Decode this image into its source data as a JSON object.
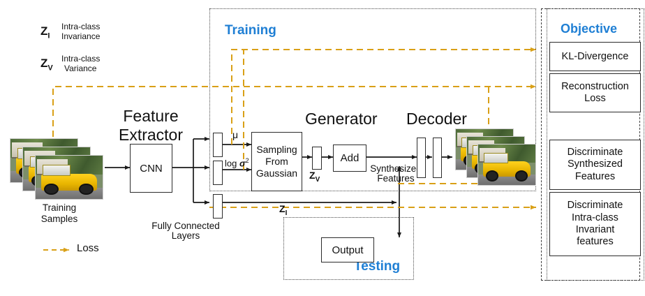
{
  "figure": {
    "title": "VAE-GAN intra-class variance architecture diagram"
  },
  "legend_symbols": [
    {
      "symbol": "Z_I",
      "sub": "I",
      "base": "Z",
      "desc_line1": "Intra-class",
      "desc_line2": "Invariance"
    },
    {
      "symbol": "Z_V",
      "sub": "V",
      "base": "Z",
      "desc_line1": "Intra-class",
      "desc_line2": "Variance"
    }
  ],
  "legend_loss": {
    "label": "Loss",
    "color": "#d9a017",
    "style": "dashed-arrow"
  },
  "sections": {
    "training": {
      "label": "Training",
      "color": "#1f7fd4"
    },
    "testing": {
      "label": "Testing",
      "color": "#1f7fd4"
    },
    "objective": {
      "label": "Objective",
      "color": "#1f7fd4"
    }
  },
  "stage_titles": {
    "feature_extractor_line1": "Feature",
    "feature_extractor_line2": "Extractor",
    "generator": "Generator",
    "decoder": "Decoder"
  },
  "blocks": {
    "cnn": "CNN",
    "sampling_line1": "Sampling",
    "sampling_line2": "From",
    "sampling_line3": "Gaussian",
    "add": "Add",
    "output": "Output"
  },
  "labels": {
    "training_samples_line1": "Training",
    "training_samples_line2": "Samples",
    "fully_connected_line1": "Fully Connected",
    "fully_connected_line2": "Layers",
    "mu": "μ",
    "log_sigma_sq_prefix": "log ",
    "log_sigma_sq_sigma": "σ",
    "log_sigma_sq_exp": "2",
    "z_v_base": "Z",
    "z_v_sub": "V",
    "z_i_base": "Z",
    "z_i_sub": "I",
    "synthesized_line1": "Synthesized",
    "synthesized_line2": "Features"
  },
  "objective_items": [
    {
      "id": "kl",
      "lines": [
        "KL-Divergence"
      ]
    },
    {
      "id": "recon",
      "lines": [
        "Reconstruction",
        "Loss"
      ]
    },
    {
      "id": "disc_syn",
      "lines": [
        "Discriminate",
        "Synthesized",
        "Features"
      ]
    },
    {
      "id": "disc_inv",
      "lines": [
        "Discriminate",
        "Intra-class",
        "Invariant",
        "features"
      ]
    }
  ],
  "colors": {
    "loss": "#d9a017",
    "stroke": "#2b2b2b",
    "accent": "#1f7fd4",
    "dotted": "#4a4a4a"
  }
}
